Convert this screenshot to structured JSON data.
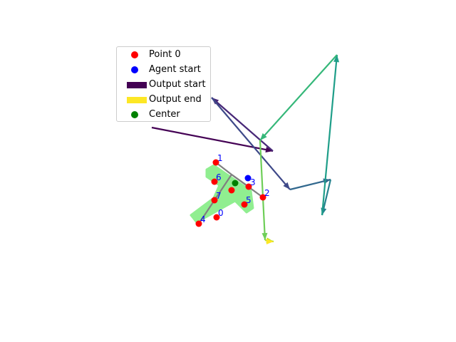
{
  "chart_data": {
    "type": "scatter",
    "legend_placement": "upper-left",
    "grid": false,
    "axes_visible": false,
    "xlim": [
      0,
      640
    ],
    "ylim": [
      480,
      0
    ],
    "legend": [
      {
        "label": "Point 0",
        "kind": "dot",
        "color": "#ff0000"
      },
      {
        "label": "Agent start",
        "kind": "dot",
        "color": "#0000ff"
      },
      {
        "label": "Output start",
        "kind": "patch",
        "color": "#440154"
      },
      {
        "label": "Output end",
        "kind": "patch",
        "color": "#fde725"
      },
      {
        "label": "Center",
        "kind": "dot",
        "color": "#008000"
      }
    ],
    "points": [
      {
        "label": "0",
        "x": 304,
        "y": 305
      },
      {
        "label": "1",
        "x": 303,
        "y": 228
      },
      {
        "label": "2",
        "x": 369,
        "y": 277
      },
      {
        "label": "3",
        "x": 349,
        "y": 262
      },
      {
        "label": "4",
        "x": 279,
        "y": 314
      },
      {
        "label": "5",
        "x": 343,
        "y": 287
      },
      {
        "label": "6",
        "x": 301,
        "y": 255
      },
      {
        "label": "7",
        "x": 301,
        "y": 281
      },
      {
        "label": "",
        "x": 325,
        "y": 267
      }
    ],
    "agent_start": {
      "x": 348,
      "y": 250
    },
    "center": {
      "x": 330,
      "y": 257
    },
    "skeleton": [
      [
        [
          303,
          228
        ],
        [
          325,
          245
        ],
        [
          369,
          277
        ]
      ],
      [
        [
          325,
          245
        ],
        [
          279,
          314
        ]
      ],
      [
        [
          325,
          245
        ],
        [
          349,
          262
        ]
      ]
    ],
    "mask_polygon": [
      [
        290,
        238
      ],
      [
        300,
        232
      ],
      [
        352,
        268
      ],
      [
        355,
        292
      ],
      [
        346,
        298
      ],
      [
        330,
        282
      ],
      [
        276,
        312
      ],
      [
        268,
        302
      ],
      [
        300,
        278
      ],
      [
        308,
        260
      ],
      [
        290,
        248
      ]
    ],
    "output_path": [
      [
        213,
        179
      ],
      [
        383,
        212
      ],
      [
        297,
        137
      ],
      [
        407,
        266
      ],
      [
        464,
        252
      ],
      [
        452,
        302
      ],
      [
        473,
        77
      ],
      [
        365,
        197
      ],
      [
        372,
        337
      ],
      [
        384,
        339
      ]
    ],
    "output_colors": [
      "#440154",
      "#482878",
      "#3e4989",
      "#31688e",
      "#26828e",
      "#1f9e89",
      "#35b779",
      "#6ece58",
      "#b5de2b"
    ]
  }
}
